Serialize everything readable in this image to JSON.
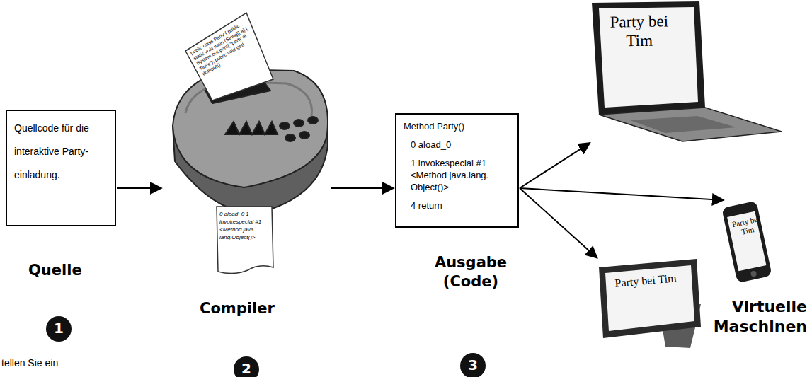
{
  "diagram": {
    "nodes": [
      {
        "text": [
          "Quellcode für die interaktive Party- einladung."
        ]
      },
      {
        "text": [
          "public class Party { public static void main (String[] a) { System.out.print( \"party at Tim's\"); public void getI doInput()",
          "0 aload_0 1 invokespecial #1 <Method java. lang.Object()>"
        ]
      },
      {
        "text": [
          "Method Party()",
          "0 aload_0",
          "1 invokespecial #1 <Method java.lang. Object()>",
          "4 return"
        ]
      },
      {
        "text": [
          "Party bei Tim"
        ]
      },
      {
        "text": [
          "Party bei Tim"
        ]
      },
      {
        "text": [
          "Party bei Tim"
        ]
      }
    ],
    "edges": [
      {
        "from": 0,
        "to": 1,
        "arrow": "to"
      },
      {
        "from": 1,
        "to": 2,
        "arrow": "to"
      },
      {
        "from": 2,
        "to": 3,
        "arrow": "to"
      },
      {
        "from": 2,
        "to": 4,
        "arrow": "to"
      },
      {
        "from": 2,
        "to": 5,
        "arrow": "to"
      }
    ],
    "labels": [
      "Quelle",
      "1",
      "tellen Sie ein",
      "Compiler",
      "2",
      "Ausgabe (Code)",
      "3",
      "Virtuelle Maschinen"
    ]
  }
}
